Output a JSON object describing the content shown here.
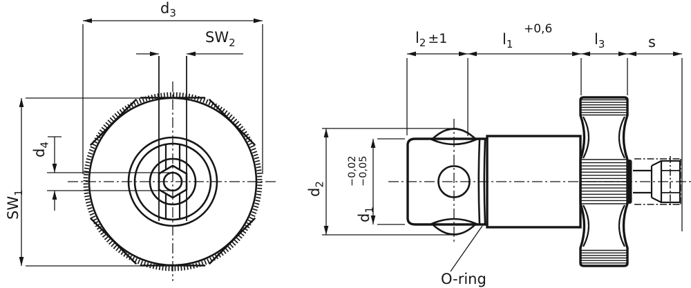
{
  "drawing_type": "technical-drawing-two-views",
  "front_view": {
    "dims": {
      "d3": {
        "base": "d",
        "sub": "3"
      },
      "sw2": {
        "base": "SW",
        "sub": "2"
      },
      "d4": {
        "base": "d",
        "sub": "4"
      },
      "sw1": {
        "base": "SW",
        "sub": "1"
      }
    }
  },
  "side_view": {
    "dims": {
      "l2": {
        "base": "l",
        "sub": "2",
        "suffix": "±1"
      },
      "l1": {
        "base": "l",
        "sub": "1",
        "sup": "+0,6"
      },
      "l3": {
        "base": "l",
        "sub": "3"
      },
      "s": {
        "base": "s"
      },
      "d2": {
        "base": "d",
        "sub": "2"
      },
      "d1": {
        "base": "d",
        "sub": "1",
        "tol_upper": "−0,02",
        "tol_lower": "−0,05"
      }
    },
    "annotations": {
      "oring": "O-ring"
    }
  },
  "colors": {
    "line": "#161616",
    "background": "#ffffff"
  }
}
